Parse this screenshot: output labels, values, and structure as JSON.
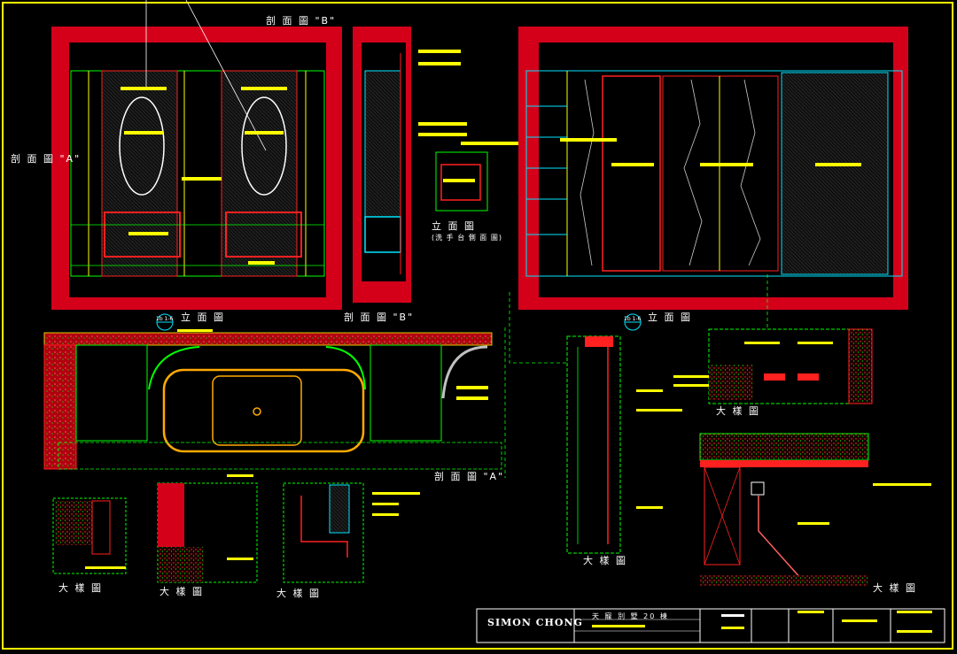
{
  "colors": {
    "background": "#000000",
    "frame": "#ffff00",
    "wall_fill": "#d4001a",
    "line_green": "#00ff00",
    "line_red": "#ff2020",
    "line_cyan": "#00e5ff",
    "text_bar": "#ffff00",
    "text": "#ffffff"
  },
  "labels": {
    "section_b_top": "剖 面 圖 \"B\"",
    "section_a_left": "剖 面 圖 \"A\"",
    "section_b_mid": "剖 面 圖 \"B\"",
    "elevation_small": "立 面 圖",
    "elevation_small_sub": "(洗 手 台 側 面 圖)",
    "elevation_left": "立 面 圖",
    "elevation_left_tag": "1b 1-6",
    "elevation_right": "立 面 圖",
    "elevation_right_tag": "1b 1-6",
    "section_a_plan": "剖 面 圖 \"A\"",
    "detail_1": "大 樣 圖",
    "detail_2": "大 樣 圖",
    "detail_3": "大 樣 圖",
    "detail_4": "大 樣 圖",
    "detail_5": "大 樣 圖",
    "detail_6": "大 樣 圖"
  },
  "title_block": {
    "designer": "SIMON CHONG",
    "project": "天 寵 別 墅 20 棟"
  }
}
